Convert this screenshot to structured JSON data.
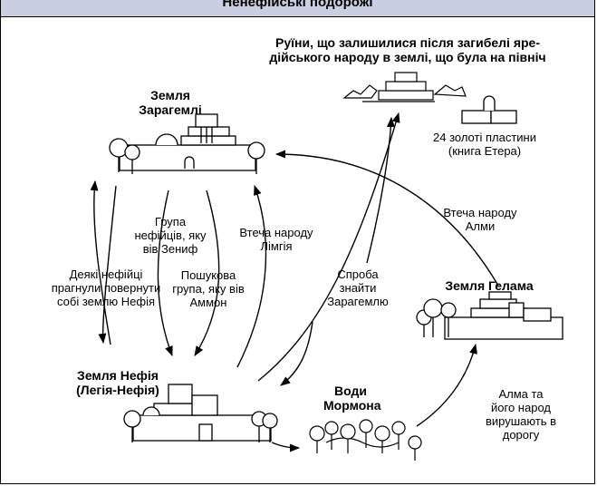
{
  "header": {
    "title": "Ненефійські подорожі"
  },
  "places": {
    "zarahemla": [
      "Земля",
      "Зарагемлі"
    ],
    "nephi": [
      "Земля Нефія",
      "(Легія-Нефія)"
    ],
    "mormon": [
      "Води",
      "Мормона"
    ],
    "helam": [
      "Земля Гелама"
    ],
    "ruins": [
      "Руїни, що залишилися після загибелі яре-",
      "дійського народу в землі, що була на північ"
    ]
  },
  "notes": {
    "plates": [
      "24 золоті пластини",
      "(книга Етера)"
    ],
    "reclaim": [
      "Деякі нефійці",
      "прагнули повернути",
      "собі землю Нефія"
    ],
    "zeniff": [
      "Група",
      "нефійців, яку",
      "вів Зениф"
    ],
    "ammon": [
      "Пошукова",
      "група, яку вів",
      "Аммон"
    ],
    "limhi": [
      "Втеча народу",
      "Лімгія"
    ],
    "search": [
      "Спроба",
      "знайти",
      "Зарагемлю"
    ],
    "alma_escape": [
      "Втеча народу",
      "Алми"
    ],
    "alma_journey": [
      "Алма та",
      "його народ",
      "вирушають в",
      "дорогу"
    ]
  },
  "colors": {
    "header_bg": "#c9cee3",
    "line": "#000000"
  }
}
